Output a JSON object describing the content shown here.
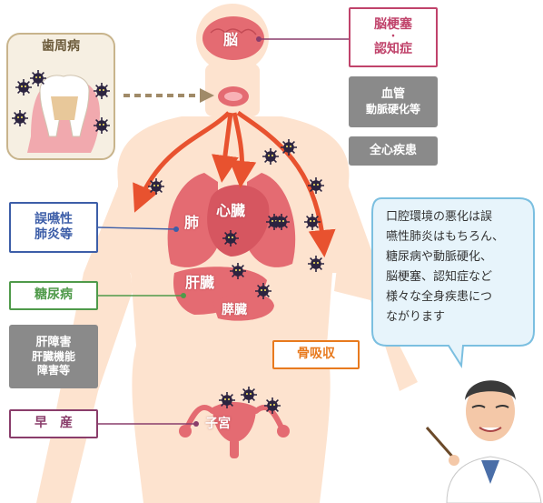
{
  "colors": {
    "skin": "#fde3cf",
    "organ": "#e46b72",
    "arrow": "#e8522f",
    "connector_purple": "#8a3d6b",
    "connector_blue": "#3d5ea8",
    "connector_green": "#4f9a4a",
    "box_grey": "#8a8a8a",
    "orange": "#e87a1e",
    "bubble_fill": "#e7f4fb",
    "bubble_stroke": "#7bbfe0"
  },
  "periodontal": {
    "title": "歯周病"
  },
  "organs": {
    "brain": "脳",
    "lung": "肺",
    "heart": "心臓",
    "liver": "肝臓",
    "pancreas": "膵臓",
    "uterus": "子宮"
  },
  "conditions": {
    "stroke_line1": "脳梗塞",
    "stroke_dot": "・",
    "stroke_line2": "認知症",
    "vascular_line1": "血管",
    "vascular_line2": "動脈硬化等",
    "cardiac": "全心疾患",
    "pneumonia_line1": "誤嚥性",
    "pneumonia_line2": "肺炎等",
    "diabetes": "糖尿病",
    "liver_line1": "肝障害",
    "liver_line2": "肝臓機能",
    "liver_line3": "障害等",
    "premature": "早　産",
    "bone": "骨吸収"
  },
  "speech_bubble": {
    "lines": [
      "口腔環境の悪化は誤",
      "嚥性肺炎はもちろん、",
      "糖尿病や動脈硬化、",
      "脳梗塞、認知症など",
      "様々な全身疾患につ",
      "ながります"
    ]
  }
}
